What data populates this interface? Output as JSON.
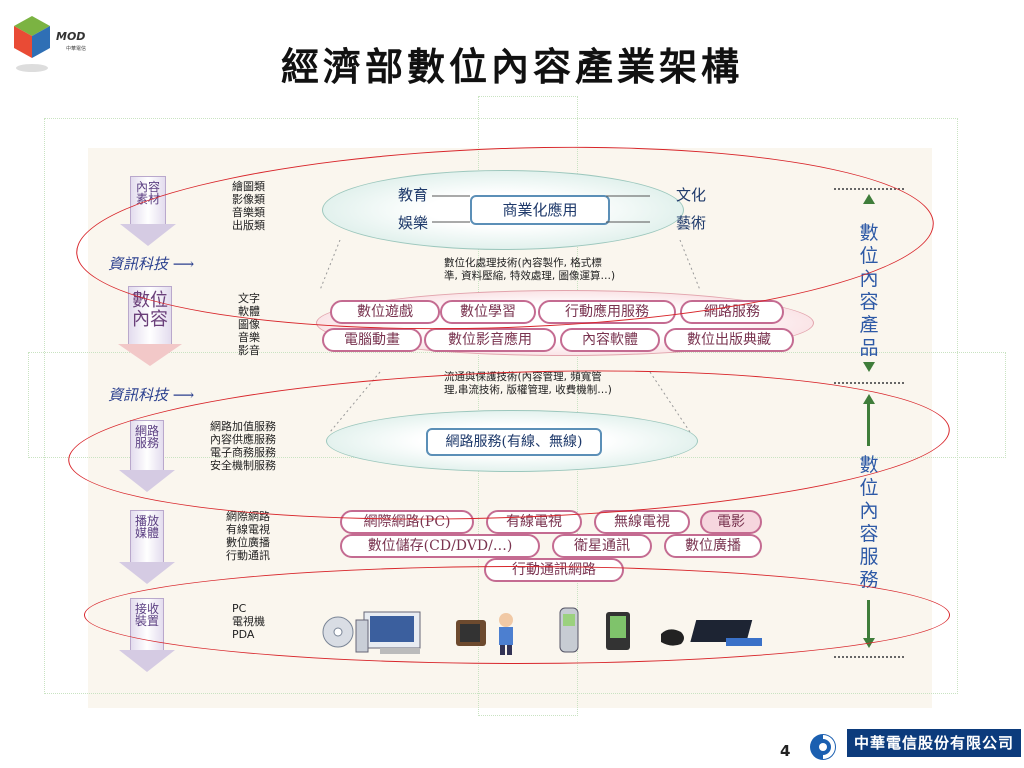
{
  "slide": {
    "title": "經濟部數位內容產業架構",
    "page_number": "4",
    "logo_text": "MOD",
    "logo_subtext": "中華電信",
    "footer_company": "中華電信股份有限公司"
  },
  "layers": {
    "content_material": {
      "arrow": "內容素材",
      "items": [
        "繪圖類",
        "影像類",
        "音樂類",
        "出版類"
      ],
      "apps": {
        "center": "商業化應用",
        "left_top": "教育",
        "left_bottom": "娛樂",
        "right_top": "文化",
        "right_bottom": "藝術"
      }
    },
    "tech1": {
      "label": "資訊科技 ⟶",
      "note_line1": "數位化處理技術(內容製作, 格式標",
      "note_line2": "準, 資料壓縮, 特效處理, 圖像運算…)"
    },
    "digital_content": {
      "arrow": "數位內容",
      "items": [
        "文字",
        "軟體",
        "圖像",
        "音樂",
        "影音"
      ],
      "pills_row1": [
        "數位遊戲",
        "數位學習",
        "行動應用服務",
        "網路服務"
      ],
      "pills_row2": [
        "電腦動畫",
        "數位影音應用",
        "內容軟體",
        "數位出版典藏"
      ]
    },
    "tech2": {
      "label": "資訊科技 ⟶",
      "note_line1": "流通與保護技術(內容管理, 頻寬管",
      "note_line2": "理,串流技術, 版權管理, 收費機制…)"
    },
    "network_service": {
      "arrow": "網路服務",
      "items": [
        "網路加值服務",
        "內容供應服務",
        "電子商務服務",
        "安全機制服務"
      ],
      "center": "網路服務(有線、無線)"
    },
    "media": {
      "arrow": "播放媒體",
      "items": [
        "網際網路",
        "有線電視",
        "數位廣播",
        "行動通訊"
      ],
      "pills_row1": [
        "網際網路(PC)",
        "有線電視",
        "無線電視",
        "電影"
      ],
      "pills_row2": [
        "數位儲存(CD/DVD/…)",
        "衛星通訊",
        "數位廣播"
      ],
      "pills_row3": [
        "行動通訊網路"
      ]
    },
    "receiver": {
      "arrow": "接收裝置",
      "items": [
        "PC",
        "電視機",
        "PDA"
      ],
      "devices": [
        "cd-icon",
        "pc-icon",
        "tv-icon",
        "person-icon",
        "phone-icon",
        "pda-icon",
        "console-icon"
      ]
    }
  },
  "right": {
    "product": "數位內容產品",
    "service": "數位內容服務"
  },
  "colors": {
    "accent_red": "#d8262b",
    "footer_blue": "#0c3b7c",
    "arrow_green": "#3f7d3a",
    "pill_border": "#c46b91"
  }
}
